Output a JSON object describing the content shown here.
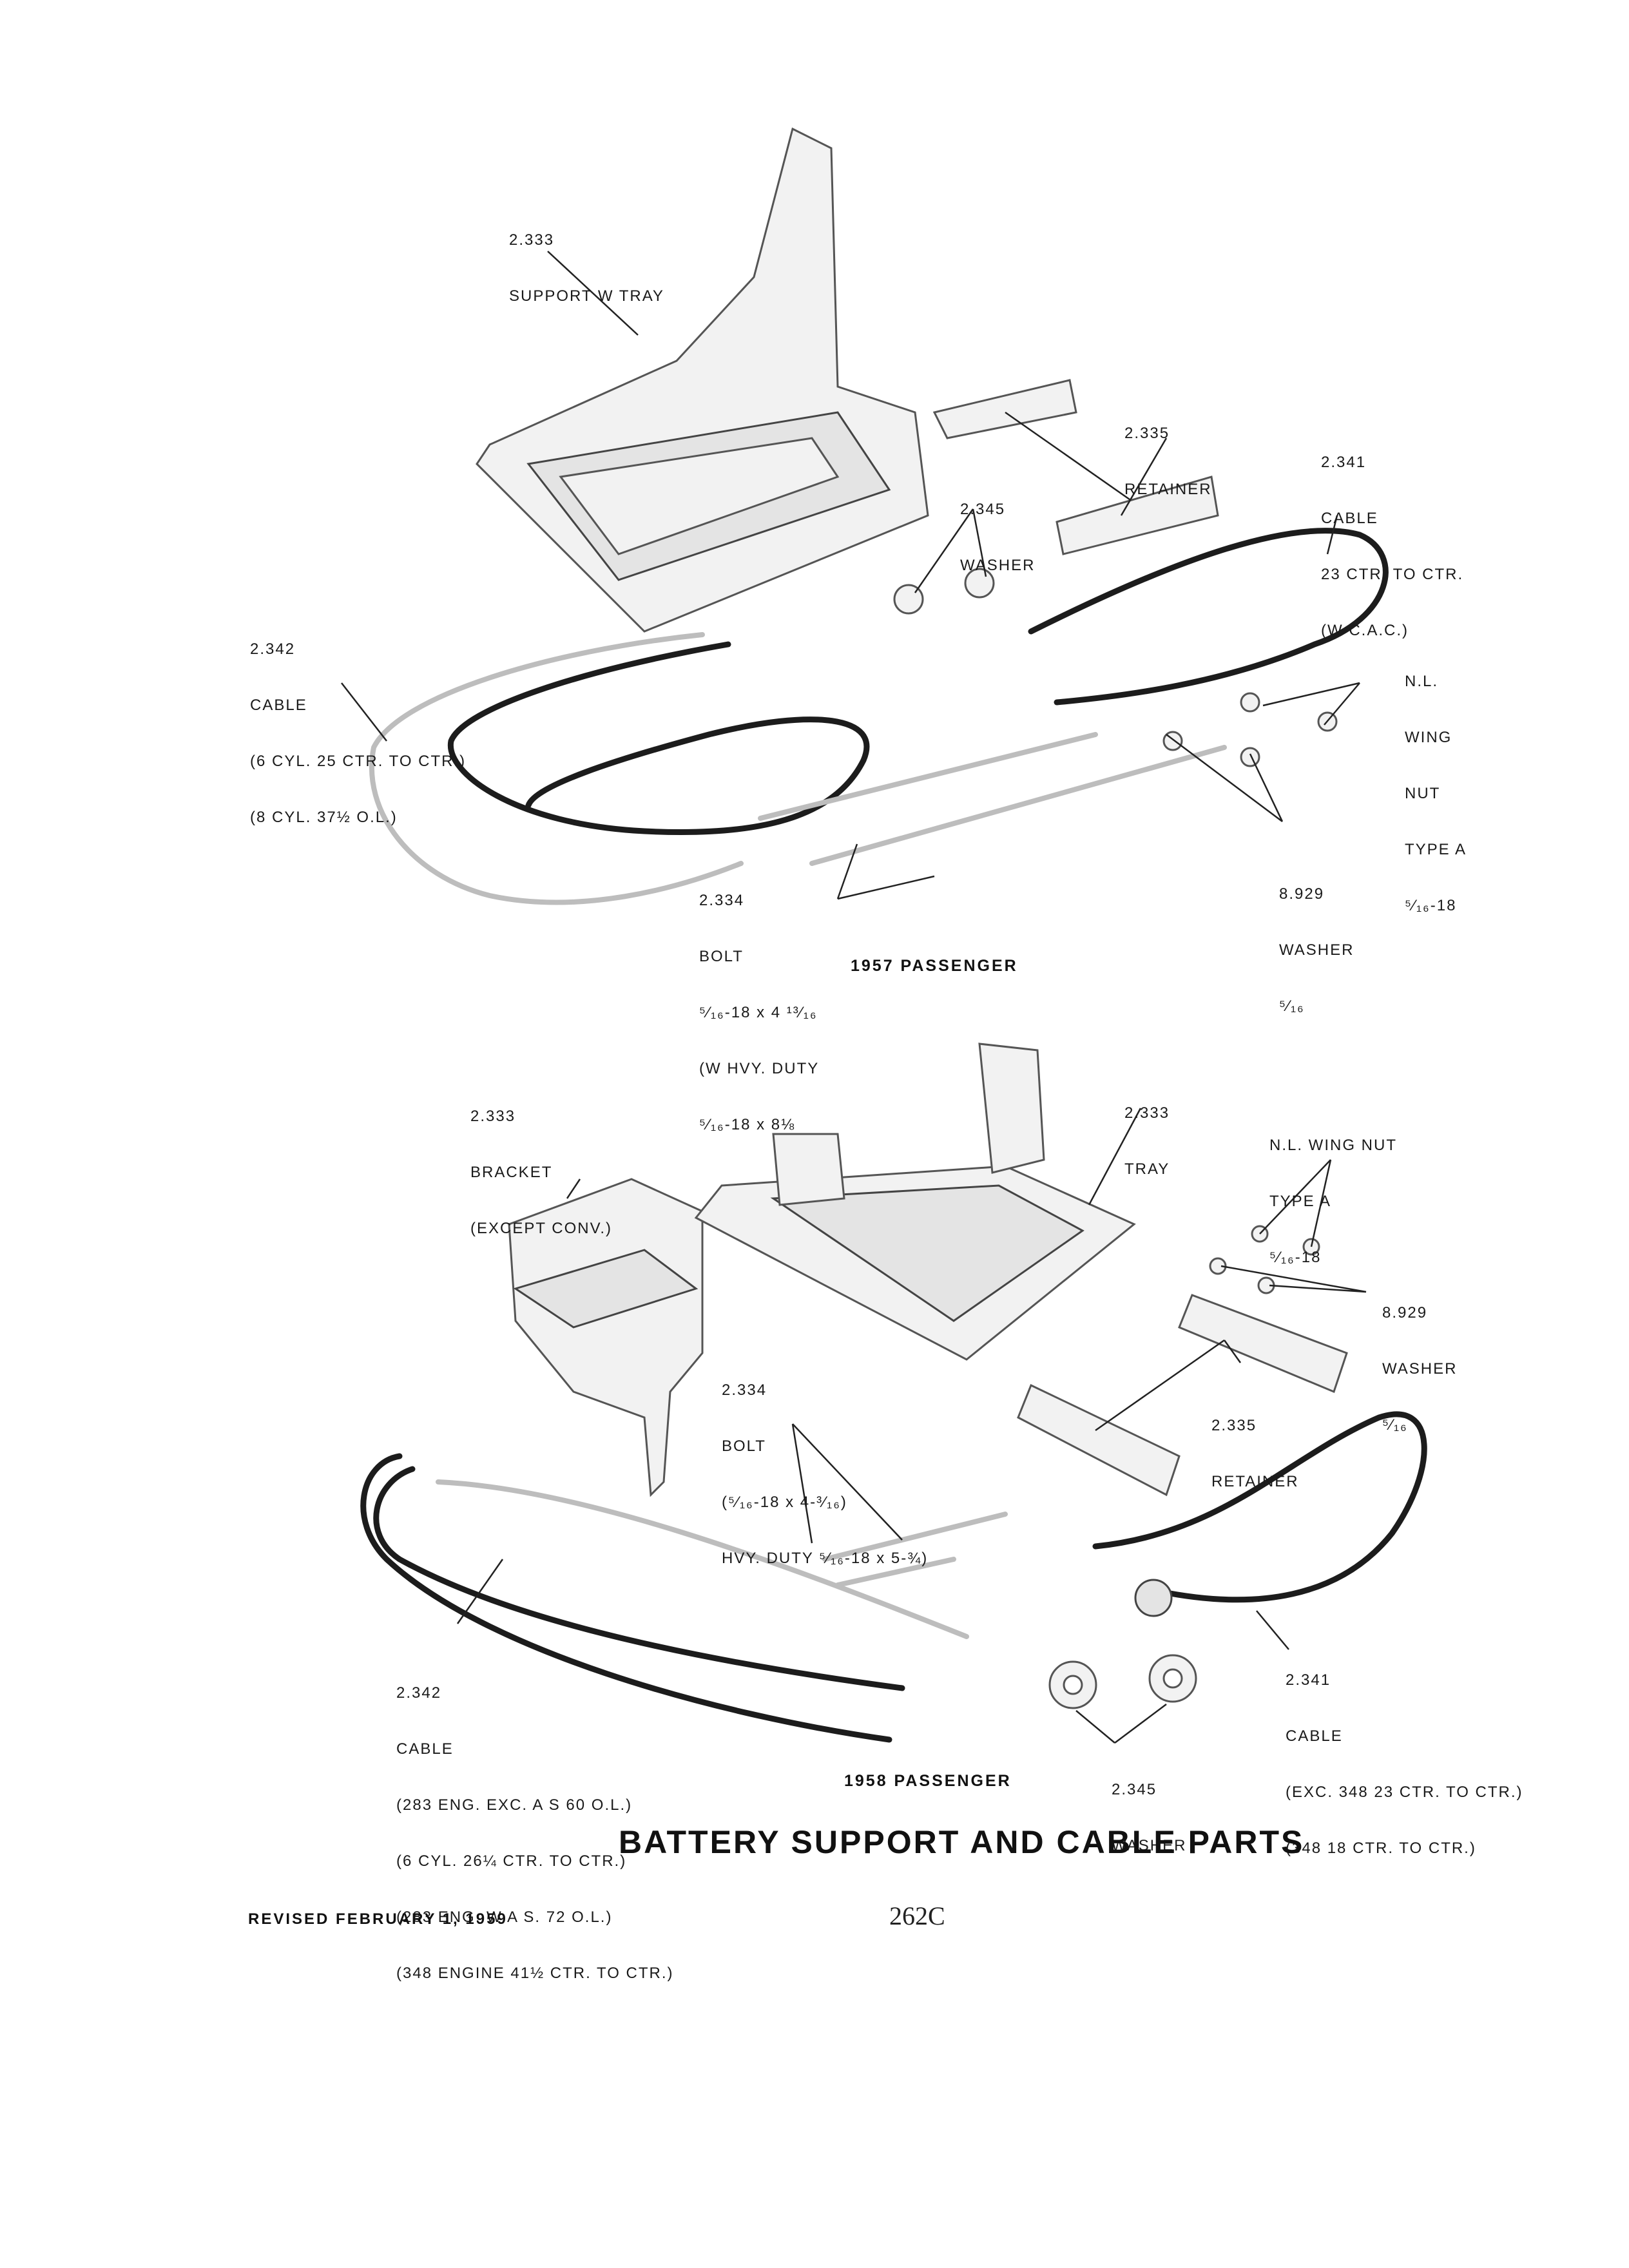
{
  "diagram_1957": {
    "caption": "1957 PASSENGER",
    "labels": {
      "support": [
        "2.333",
        "SUPPORT W TRAY"
      ],
      "retainer": [
        "2.335",
        "RETAINER"
      ],
      "cable_2341": [
        "2.341",
        "CABLE",
        "23 CTR. TO CTR.",
        "(W C.A.C.)"
      ],
      "washer_2345": [
        "2.345",
        "WASHER"
      ],
      "cable_2342": [
        "2.342",
        "CABLE",
        "(6 CYL. 25 CTR. TO CTR.)",
        "(8 CYL. 37½ O.L.)"
      ],
      "wing_nut": [
        "N.L.",
        "WING",
        "NUT",
        "TYPE A",
        "⁵⁄₁₆-18"
      ],
      "bolt_2334": [
        "2.334",
        "BOLT",
        "⁵⁄₁₆-18 x 4 ¹³⁄₁₆",
        "(W HVY. DUTY",
        "⁵⁄₁₆-18 x 8⅛"
      ],
      "washer_8929": [
        "8.929",
        "WASHER",
        "⁵⁄₁₆"
      ]
    }
  },
  "diagram_1958": {
    "caption": "1958 PASSENGER",
    "labels": {
      "bracket": [
        "2.333",
        "BRACKET",
        "(EXCEPT CONV.)"
      ],
      "tray": [
        "2.333",
        "TRAY"
      ],
      "wing_nut": [
        "N.L. WING NUT",
        "TYPE A",
        "⁵⁄₁₆-18"
      ],
      "washer_8929": [
        "8.929",
        "WASHER",
        "⁵⁄₁₆"
      ],
      "bolt_2334": [
        "2.334",
        "BOLT",
        "(⁵⁄₁₆-18 x 4-³⁄₁₆)",
        "HVY. DUTY ⁵⁄₁₆-18 x 5-¾)"
      ],
      "retainer": [
        "2.335",
        "RETAINER"
      ],
      "cable_2342": [
        "2.342",
        "CABLE",
        "(283 ENG. EXC. A S 60 O.L.)",
        "(6 CYL. 26¼ CTR. TO CTR.)",
        "(283 ENG. W A S. 72 O.L.)",
        "(348 ENGINE 41½ CTR. TO CTR.)"
      ],
      "cable_2341": [
        "2.341",
        "CABLE",
        "(EXC. 348 23 CTR. TO CTR.)",
        "(348 18 CTR. TO CTR.)"
      ],
      "washer_2345": [
        "2.345",
        "WASHER"
      ]
    }
  },
  "page": {
    "title": "BATTERY SUPPORT AND CABLE PARTS",
    "revised": "REVISED FEBRUARY 1, 1959",
    "page_number": "262C"
  }
}
